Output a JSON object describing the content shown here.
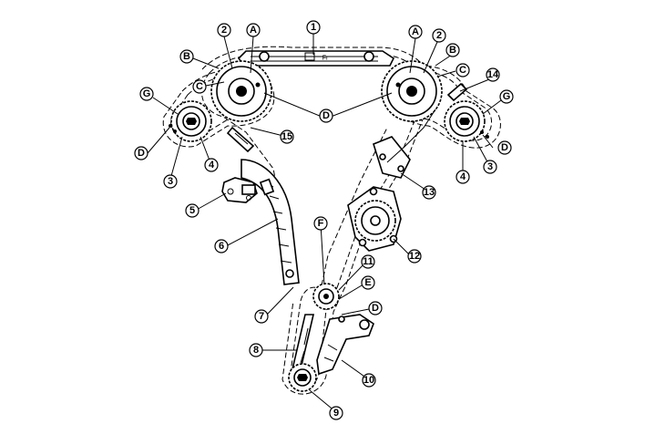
{
  "callouts": {
    "n1": "1",
    "n2": "2",
    "n3": "3",
    "n4": "4",
    "n5": "5",
    "n6": "6",
    "n7": "7",
    "n8": "8",
    "n9": "9",
    "n10": "10",
    "n11": "11",
    "n12": "12",
    "n13": "13",
    "n14": "14",
    "n15": "15",
    "A": "A",
    "B": "B",
    "C": "C",
    "D": "D",
    "E": "E",
    "F": "F",
    "G": "G"
  },
  "guide_stamp": "Fr"
}
